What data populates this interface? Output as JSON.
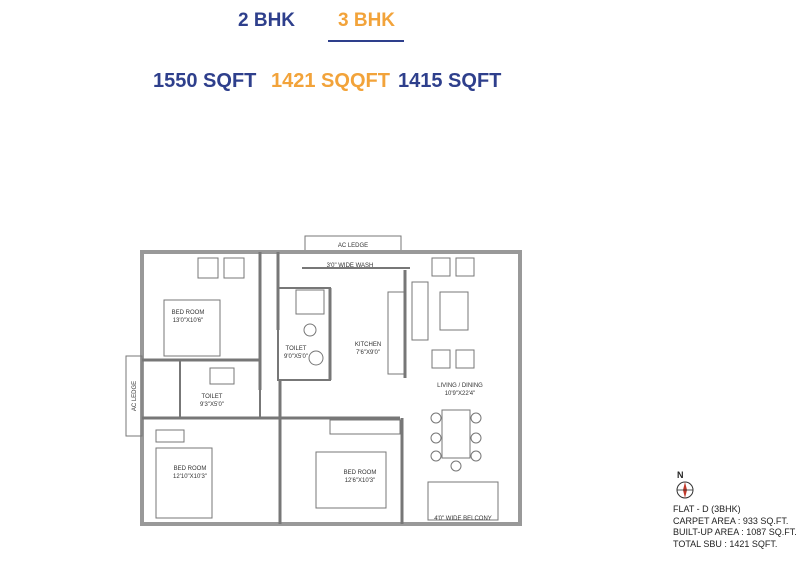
{
  "tabs": [
    {
      "label": "2 BHK",
      "active": false
    },
    {
      "label": "3 BHK",
      "active": true
    }
  ],
  "sizes": [
    "1550 SQFT",
    "1421 SQQFT",
    "1415 SQFT"
  ],
  "selected_size_index": 1,
  "colors": {
    "primary": "#2e3f8c",
    "accent": "#f2a33a"
  },
  "floorplan": {
    "labels": {
      "ac_ledge_top": "AC LEDGE",
      "wash": "3'0\" WIDE WASH",
      "bed1": "BED ROOM",
      "bed1_dim": "13'0\"X10'6\"",
      "toilet1": "TOILET",
      "toilet1_dim": "9'0\"X5'0\"",
      "kitchen": "KITCHEN",
      "kitchen_dim": "7'6\"X9'0\"",
      "ac_ledge_left": "AC LEDGE",
      "toilet2": "TOILET",
      "toilet2_dim": "9'3\"X5'0\"",
      "living": "LIVING / DINING",
      "living_dim": "10'9\"X22'4\"",
      "bed2": "BED ROOM",
      "bed2_dim": "12'10\"X10'3\"",
      "bed3": "BED ROOM",
      "bed3_dim": "12'6\"X10'3\"",
      "balcony": "4'0\" WIDE BELCONY"
    }
  },
  "compass_label": "N",
  "flat_info": {
    "flat": "FLAT - D (3BHK)",
    "carpet": "CARPET AREA : 933 SQ.FT.",
    "builtup": "BUILT-UP AREA : 1087 SQ.FT.",
    "sbu": "TOTAL SBU : 1421 SQFT."
  }
}
